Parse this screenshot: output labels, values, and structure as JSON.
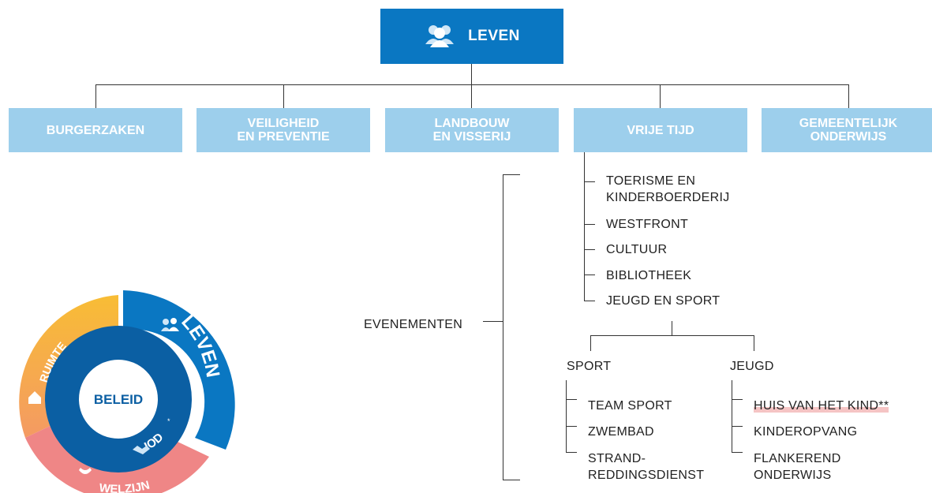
{
  "root": {
    "label": "LEVEN",
    "icon": "people-icon"
  },
  "departments": [
    {
      "line1": "BURGERZAKEN",
      "line2": ""
    },
    {
      "line1": "VEILIGHEID",
      "line2": "EN PREVENTIE"
    },
    {
      "line1": "LANDBOUW",
      "line2": "EN VISSERIJ"
    },
    {
      "line1": "VRIJE TIJD",
      "line2": ""
    },
    {
      "line1": "GEMEENTELIJK",
      "line2": "ONDERWIJS"
    }
  ],
  "vrije_tijd_items": [
    {
      "line1": "TOERISME EN",
      "line2": "KINDERBOERDERIJ"
    },
    {
      "line1": "WESTFRONT",
      "line2": ""
    },
    {
      "line1": "CULTUUR",
      "line2": ""
    },
    {
      "line1": "BIBLIOTHEEK",
      "line2": ""
    },
    {
      "line1": "JEUGD EN SPORT",
      "line2": ""
    }
  ],
  "evenementen": "EVENEMENTEN",
  "sport": {
    "label": "SPORT",
    "items": [
      {
        "line1": "TEAM SPORT",
        "line2": ""
      },
      {
        "line1": "ZWEMBAD",
        "line2": ""
      },
      {
        "line1": "STRAND-",
        "line2": "REDDINGSDIENST"
      }
    ]
  },
  "jeugd": {
    "label": "JEUGD",
    "items": [
      {
        "line1": "HUIS VAN HET KIND**",
        "line2": "",
        "highlight": "#f5c4c4"
      },
      {
        "line1": "KINDEROPVANG",
        "line2": ""
      },
      {
        "line1": "FLANKEREND",
        "line2": "ONDERWIJS"
      }
    ]
  },
  "wheel": {
    "center": "BELEID",
    "segments": [
      {
        "label": "LEVEN",
        "color": "#0a77c2",
        "icon": "people-icon"
      },
      {
        "label": "WELZIJN",
        "color": "#ef7f7f",
        "icon": "hands-icon"
      },
      {
        "label": "RUIMTE",
        "color": "#f8b93a",
        "icon": "house-icon"
      },
      {
        "label": "IOD",
        "color": "#0b5fa3",
        "icon": "handshake-icon"
      }
    ],
    "iod_sup": "*"
  },
  "colors": {
    "primary": "#0a77c2",
    "light": "#9dcfec",
    "highlight": "#f5c4c4"
  }
}
